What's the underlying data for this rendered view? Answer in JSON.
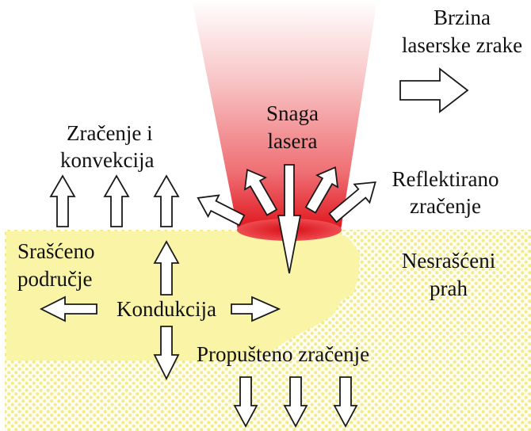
{
  "labels": {
    "brzina_line1": "Brzina",
    "brzina_line2": "laserske zrake",
    "zracenje_line1": "Zračenje i",
    "zracenje_line2": "konvekcija",
    "snaga_line1": "Snaga",
    "snaga_line2": "lasera",
    "reflektirano_line1": "Reflektirano",
    "reflektirano_line2": "zračenje",
    "srasceno_line1": "Srašćeno",
    "srasceno_line2": "područje",
    "nesrasceni_line1": "Nesrašćeni",
    "nesrasceni_line2": "prah",
    "kondukcija": "Kondukcija",
    "propusteno": "Propušteno zračenje"
  },
  "colors": {
    "laser_core": "#e0141c",
    "laser_fade": "#ffffff",
    "sintered_zone": "#faf4a6",
    "powder_dot": "#f2ea8c",
    "arrow_fill": "#ffffff",
    "arrow_stroke": "#1a1a1a"
  },
  "icons": {
    "arrow": "hollow-block-arrow"
  }
}
